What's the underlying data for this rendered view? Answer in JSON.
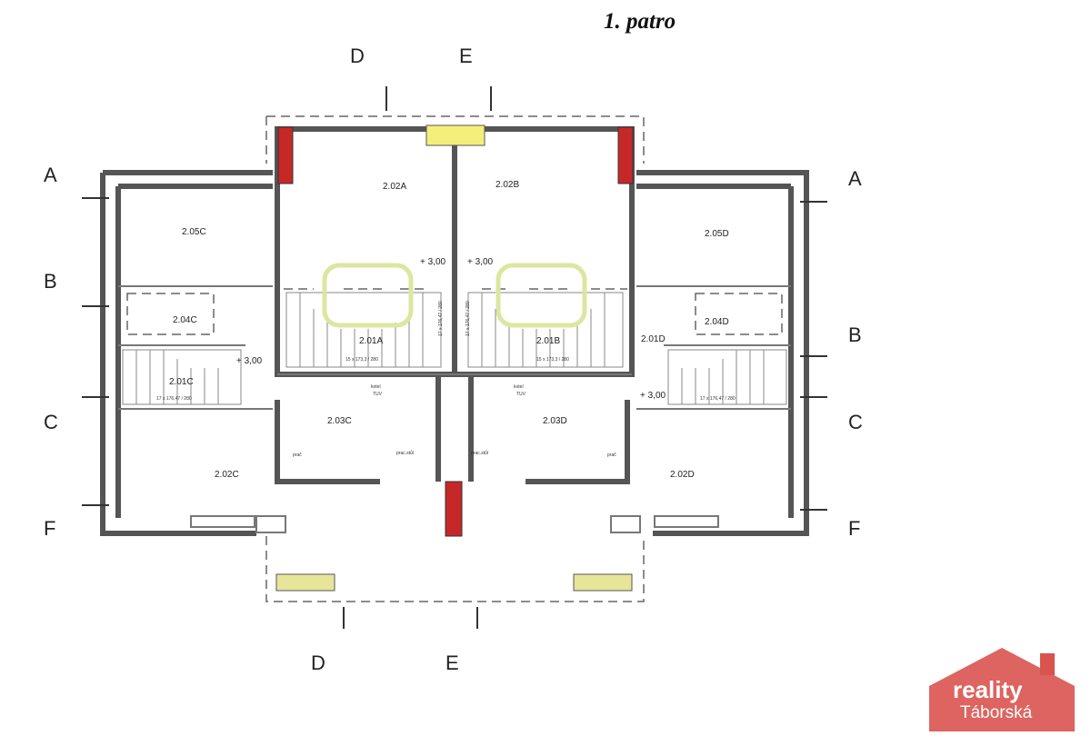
{
  "title": "1. patro",
  "section_markers": {
    "A": "A",
    "B": "B",
    "C": "C",
    "D": "D",
    "E": "E",
    "F": "F"
  },
  "rooms": [
    {
      "id": "r-205c",
      "label": "2.05C"
    },
    {
      "id": "r-204c",
      "label": "2.04C"
    },
    {
      "id": "r-201c",
      "label": "2.01C"
    },
    {
      "id": "r-202c",
      "label": "2.02C"
    },
    {
      "id": "r-202a",
      "label": "2.02A"
    },
    {
      "id": "r-202b",
      "label": "2.02B"
    },
    {
      "id": "r-201a",
      "label": "2.01A"
    },
    {
      "id": "r-201b",
      "label": "2.01B"
    },
    {
      "id": "r-203c",
      "label": "2.03C"
    },
    {
      "id": "r-203d",
      "label": "2.03D"
    },
    {
      "id": "r-205d",
      "label": "2.05D"
    },
    {
      "id": "r-204d",
      "label": "2.04D"
    },
    {
      "id": "r-201d",
      "label": "2.01D"
    },
    {
      "id": "r-202d",
      "label": "2.02D"
    }
  ],
  "levels": [
    "+ 3,00",
    "+ 3,00",
    "+ 3,00",
    "+ 3,00"
  ],
  "stair_notes": [
    "15 x 173,3 / 280",
    "15 x 173,3 / 280",
    "17 x 176,47 / 280",
    "17 x 176,47 / 280",
    "17 x 176,47 / 280",
    "17 x 176,47 / 280"
  ],
  "fixtures": [
    "kotel",
    "TUV",
    "kotel",
    "TUV",
    "prač",
    "prac.stůl",
    "prac.stůl",
    "prač"
  ],
  "logo": {
    "line1": "reality",
    "line2": "Táborská",
    "color": "#d9534f"
  },
  "colors": {
    "chimney": "#c62828",
    "window_yellow": "#f3ef7a",
    "window_yellow_light": "#e6e59a",
    "wall": "#555555"
  }
}
